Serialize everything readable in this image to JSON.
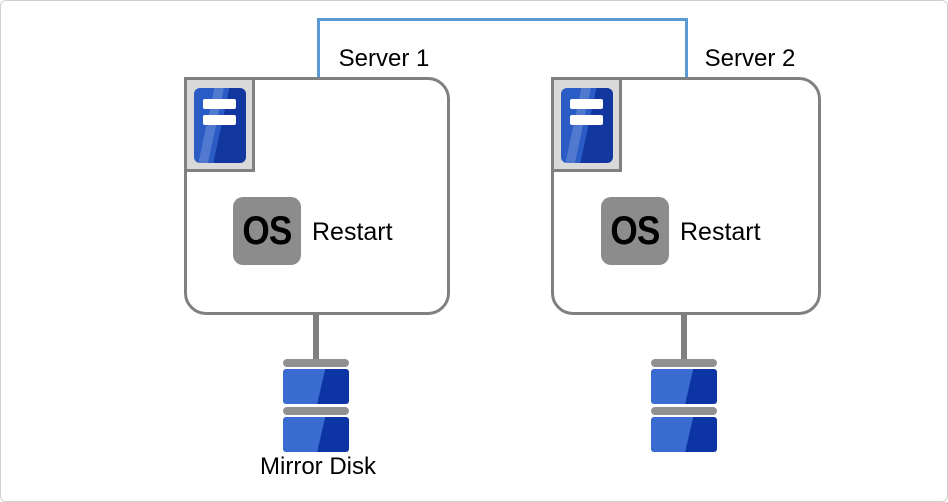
{
  "diagram": {
    "interconnect": {
      "description": "heartbeat link between servers",
      "color": "#5b9bd5"
    },
    "servers": [
      {
        "label": "Server 1",
        "os_badge": "OS",
        "action_label": "Restart"
      },
      {
        "label": "Server 2",
        "os_badge": "OS",
        "action_label": "Restart"
      }
    ],
    "mirror_disk": {
      "label": "Mirror Disk"
    },
    "colors": {
      "interconnect_blue": "#5b9bd5",
      "outline_gray": "#808080",
      "icon_panel_gray": "#d9d9d9",
      "os_badge_gray": "#8c8c8c",
      "tower_blue_light": "#2b5cc5",
      "tower_blue_dark": "#12379e",
      "disk_blue_light": "#3a6bd1",
      "disk_blue_dark": "#0d34a4",
      "disk_bar_gray": "#909090",
      "text_black": "#000000",
      "frame_border": "#d0d0d0"
    }
  }
}
